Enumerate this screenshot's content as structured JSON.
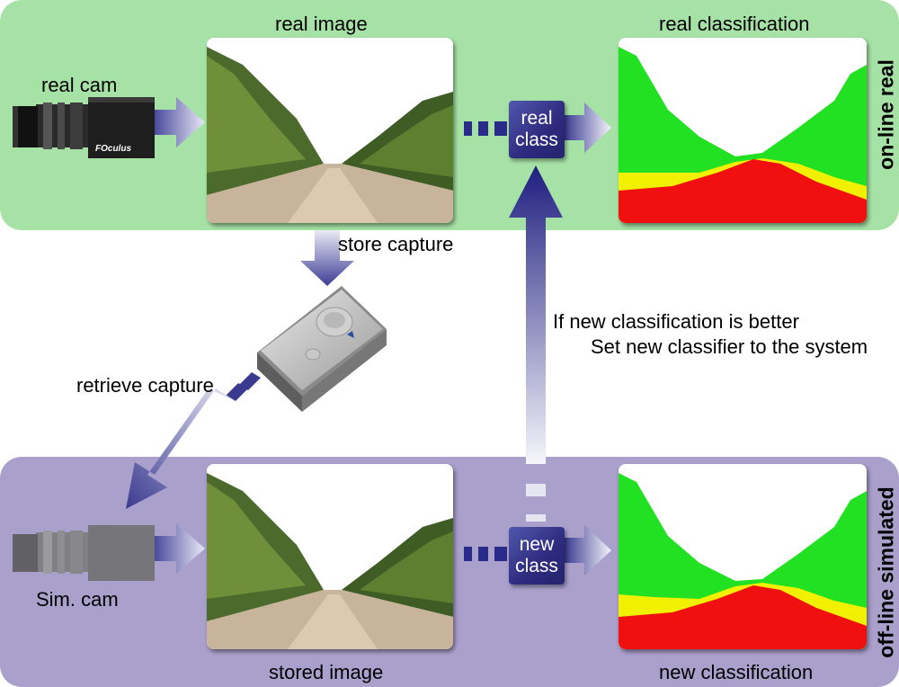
{
  "online": {
    "side_label": "on-line  real",
    "camera_label": "real cam",
    "camera_brand": "FOculus",
    "image_title": "real image",
    "class_box": [
      "real",
      "class"
    ],
    "classification_title": "real classification"
  },
  "storage": {
    "store_label": "store capture",
    "retrieve_label": "retrieve capture"
  },
  "feedback": {
    "line1": "If new classification is better",
    "line2": "Set new classifier to the system"
  },
  "offline": {
    "side_label": "off-line  simulated",
    "camera_label": "Sim. cam",
    "image_title": "stored image",
    "class_box": [
      "new",
      "class"
    ],
    "classification_title": "new classification"
  },
  "colors": {
    "online_bg": "#a6e2a6",
    "offline_bg": "#aaa0cc",
    "arrow": "#2a2a8a",
    "class_green": "#22e022",
    "class_yellow": "#f0f000",
    "class_red": "#f01010"
  }
}
